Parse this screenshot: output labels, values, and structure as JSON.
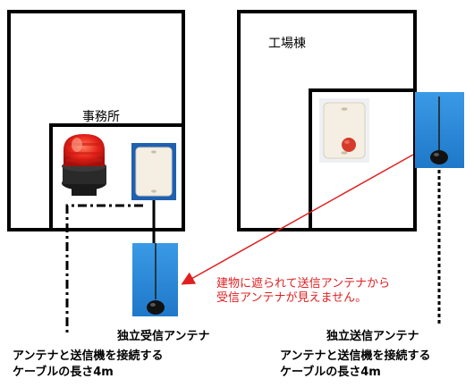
{
  "buildings": {
    "office_label": "事務所",
    "factory_label": "工場棟"
  },
  "receiver": {
    "antenna_label": "独立受信アンテナ",
    "cable_note_line1": "アンテナと送信機を接続する",
    "cable_note_line2": "ケーブルの長さ4m"
  },
  "transmitter": {
    "antenna_label": "独立送信アンテナ",
    "cable_note_line1": "アンテナと送信機を接続する",
    "cable_note_line2": "ケーブルの長さ4m"
  },
  "warning": {
    "line1": "建物に遮られて送信アンテナから",
    "line2": "受信アンテナが見えません。",
    "color": "#e02020"
  },
  "colors": {
    "antenna_bg": "#2e8fdd",
    "device_body": "#f4efe2",
    "signal_light": "#e8251c",
    "button_red": "#d63a2a"
  }
}
